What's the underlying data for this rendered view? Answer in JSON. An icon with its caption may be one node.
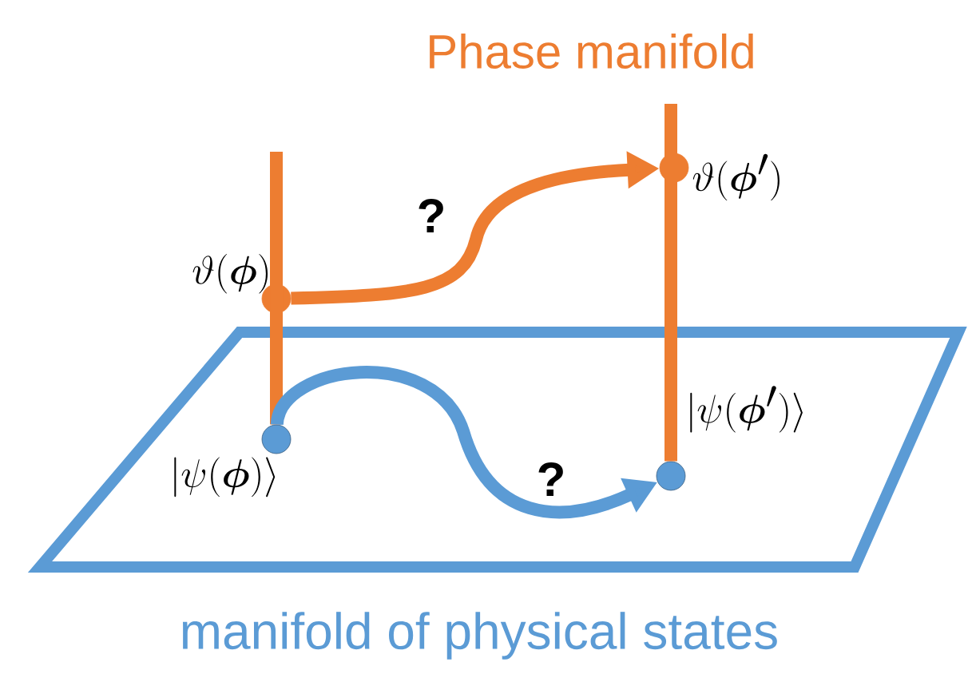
{
  "diagram": {
    "title": "Phase manifold",
    "nodes": [
      {
        "text": [
          "manifold of physical states"
        ]
      },
      {
        "text": [],
        "shape": "circle",
        "beside": [
          "\\vartheta(\\boldsymbol{\\phi})"
        ]
      },
      {
        "text": [],
        "shape": "circle",
        "beside": [
          "|\\psi(\\boldsymbol{\\phi})\\rangle"
        ],
        "in": 0
      },
      {
        "text": [],
        "shape": "circle",
        "beside": [
          "\\vartheta(\\boldsymbol{\\phi}')"
        ]
      },
      {
        "text": [],
        "shape": "circle",
        "beside": [
          "|\\psi(\\boldsymbol{\\phi}')\\rangle"
        ],
        "in": 0
      }
    ],
    "edges": [
      {
        "from": null,
        "to": 2,
        "arrow": "none",
        "color": "#ed7d31"
      },
      {
        "from": null,
        "to": 4,
        "arrow": "none",
        "color": "#ed7d31"
      },
      {
        "from": 1,
        "to": 3,
        "arrow": "to",
        "label": "?",
        "color": "#ed7d31"
      },
      {
        "from": 2,
        "to": 4,
        "arrow": "to",
        "label": "?",
        "color": "#5b9bd5"
      }
    ]
  }
}
